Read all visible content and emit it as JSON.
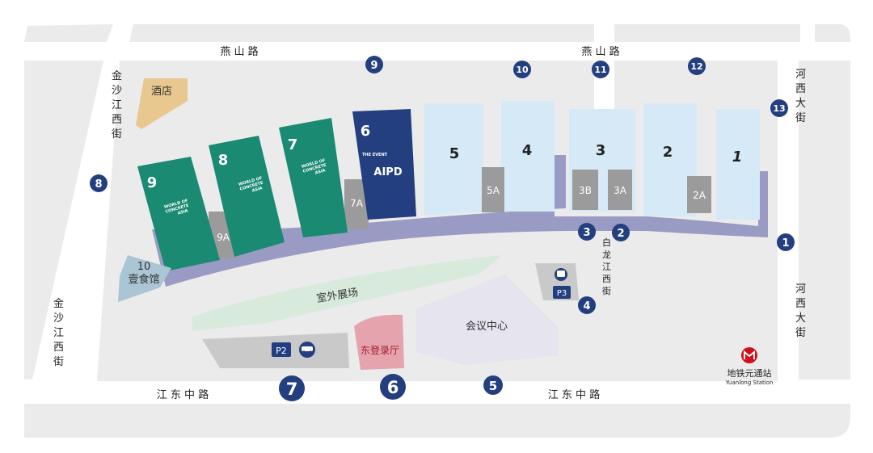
{
  "roads": {
    "north_left": "燕 山 路",
    "north_right": "燕 山 路",
    "south_left": "江 东 中 路",
    "south_right": "江 东 中 路",
    "west_top": "金沙江西街",
    "west_bottom": "金沙江西街",
    "east_top": "河西大街",
    "east_bottom": "河西大街",
    "middle": "白龙江西街"
  },
  "halls": {
    "h9": "9",
    "h8": "8",
    "h7": "7",
    "h6": "6",
    "h5": "5",
    "h4": "4",
    "h3": "3",
    "h2": "2",
    "h1": "1",
    "h9a": "9A",
    "h7a": "7A",
    "h5a": "5A",
    "h3b": "3B",
    "h3a": "3A",
    "h2a": "2A"
  },
  "hall_10": {
    "num": "10",
    "label": "壹食馆"
  },
  "hotel": "酒店",
  "outdoor": "室外展场",
  "conference": "会议中心",
  "registration": "东登录厅",
  "metro": {
    "name": "地铁元通站",
    "en": "Yuanlong Station"
  },
  "parking": {
    "p2": "P2",
    "p3": "P3"
  },
  "brands": {
    "woc_line1": "WORLD OF",
    "woc_line2": "CONCRETE",
    "woc_line3": "ASIA",
    "event_line1": "THE EVENT",
    "aipd": "AIPD"
  },
  "gates": {
    "g1": "1",
    "g2": "2",
    "g3": "3",
    "g4": "4",
    "g5": "5",
    "g6": "6",
    "g7": "7",
    "g8": "8",
    "g9": "9",
    "g10": "10",
    "g11": "11",
    "g12": "12",
    "g13": "13"
  },
  "colors": {
    "road_bg": "#ebebec",
    "green_hall": "#1a8a72",
    "navy_hall": "#243f80",
    "light_hall": "#d6e9f6",
    "gray_hall": "#9b9b9b",
    "corridor": "#9a9bc4",
    "gate": "#243f80",
    "outdoor": "#d8eadb",
    "conference": "#e5e4ef",
    "registration": "#e5a3ad",
    "hotel": "#e8c88f",
    "canteen": "#aac5d4",
    "metro": "#d10f19"
  }
}
